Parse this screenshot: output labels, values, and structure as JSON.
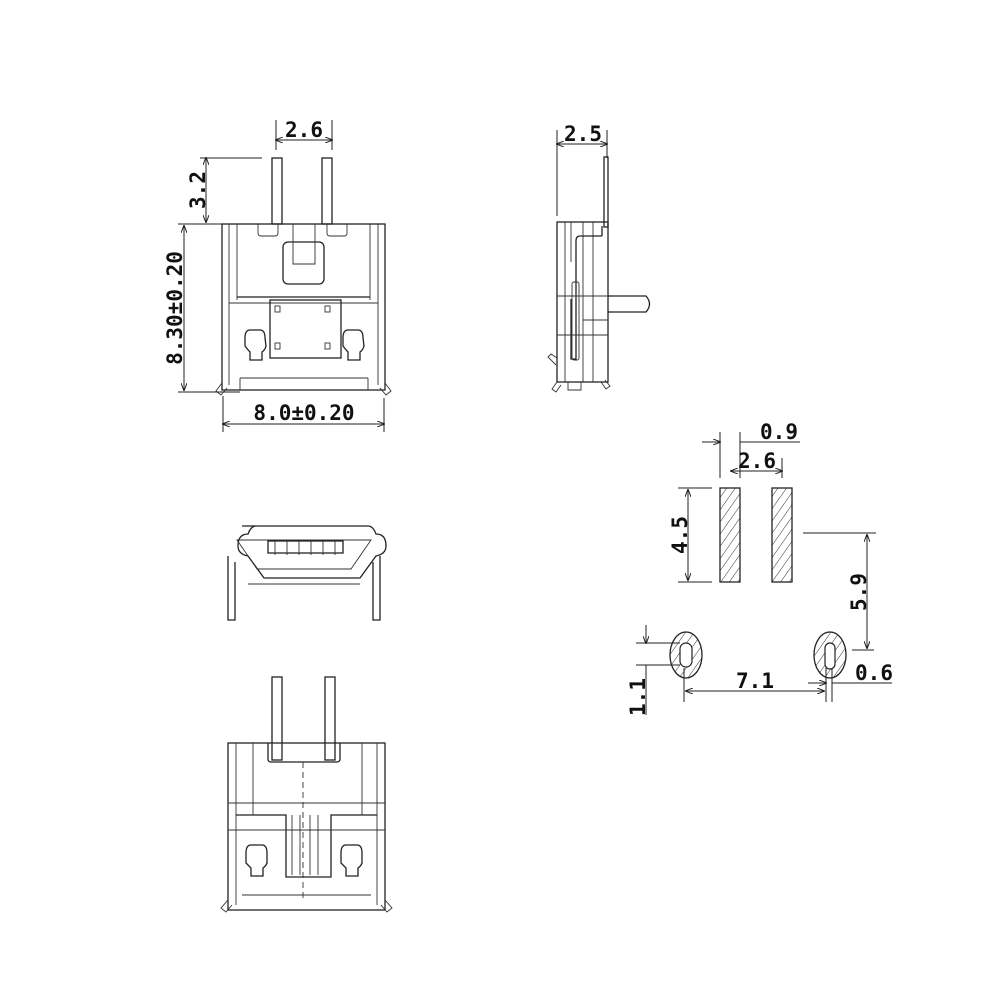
{
  "drawing": {
    "colors": {
      "line": "#222222",
      "background": "#ffffff"
    },
    "front_view": {
      "pin_pitch": "2.6",
      "pin_length": "3.2",
      "height": "8.30±0.20",
      "width": "8.0±0.20"
    },
    "side_view": {
      "depth": "2.5"
    },
    "footprint": {
      "pad_width": "0.9",
      "pad_pitch": "2.6",
      "pad_length": "4.5",
      "pad_to_hole": "5.9",
      "hole_height": "1.1",
      "hole_spacing": "7.1",
      "slot_width": "0.6"
    }
  }
}
